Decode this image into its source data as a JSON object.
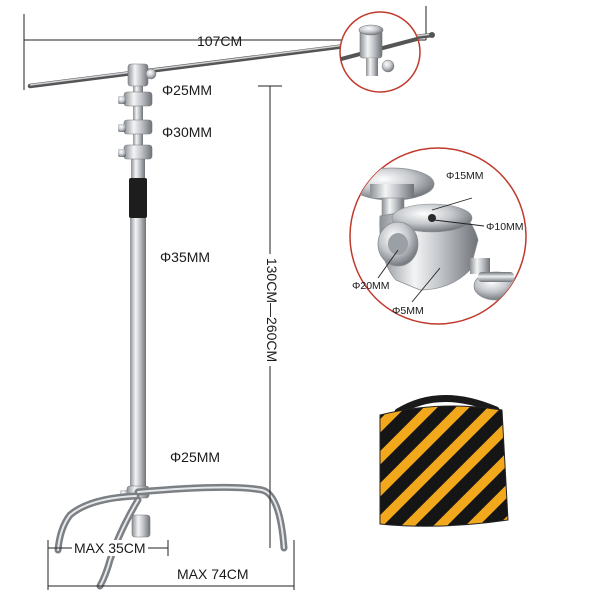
{
  "labels": {
    "boom_length": "107CM",
    "diameter_top": "Φ25MM",
    "diameter_mid": "Φ30MM",
    "diameter_riser": "Φ35MM",
    "diameter_base": "Φ25MM",
    "height_range": "130CM—260CM",
    "base_span_small": "MAX 35CM",
    "base_span_large": "MAX 74CM"
  },
  "grip_head_callout": {
    "d15": "Φ15MM",
    "d10": "Φ10MM",
    "d20": "Φ20MM",
    "d5": "Φ5MM"
  },
  "sandbag": {
    "colors": {
      "stripe_yellow": "#f2a81c",
      "stripe_black": "#151515"
    }
  },
  "colors": {
    "dimension_line": "#222222",
    "callout_ring": "#c0392b",
    "chrome": "#c9ccd0"
  }
}
